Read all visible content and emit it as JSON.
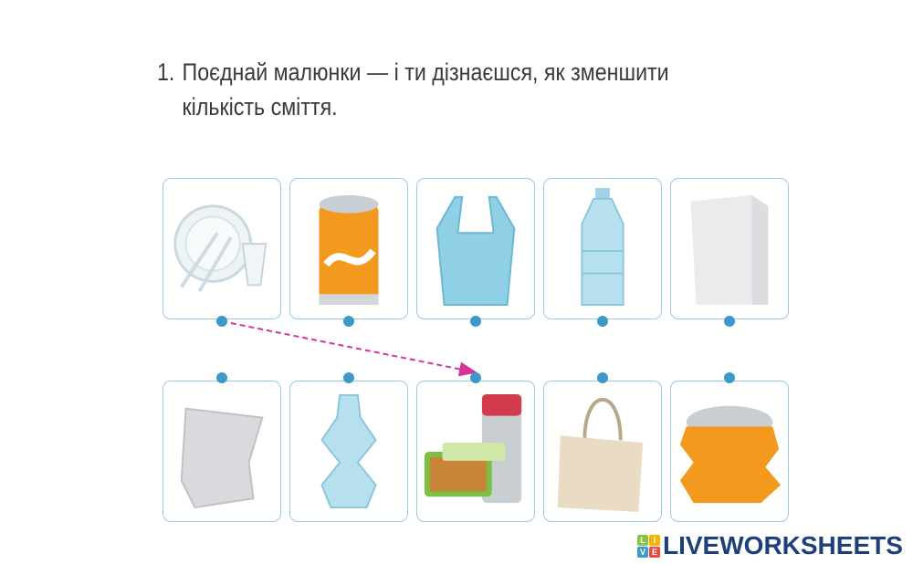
{
  "task": {
    "number": "1.",
    "line1": "Поєднай малюнки — і ти дізнаєшся, як зменшити",
    "line2": "кількість сміття."
  },
  "top_row": [
    {
      "item": "disposable-tableware"
    },
    {
      "item": "soda-can"
    },
    {
      "item": "plastic-bag"
    },
    {
      "item": "plastic-bottle"
    },
    {
      "item": "juice-carton"
    }
  ],
  "bottom_row": [
    {
      "item": "flattened-carton"
    },
    {
      "item": "crushed-bottle"
    },
    {
      "item": "lunchbox-and-thermos"
    },
    {
      "item": "cloth-tote-bag"
    },
    {
      "item": "crushed-can"
    }
  ],
  "connections": [
    {
      "from_top": 1,
      "to_bottom": 3
    }
  ],
  "colors": {
    "dot": "#3e98c9",
    "card_border": "#9cc8de",
    "connection_line": "#d6349a",
    "logo_text": "#1f3f7a"
  },
  "logo": {
    "letters": [
      "L",
      "I",
      "V",
      "E"
    ],
    "word": "LIVEWORKSHEETS"
  }
}
